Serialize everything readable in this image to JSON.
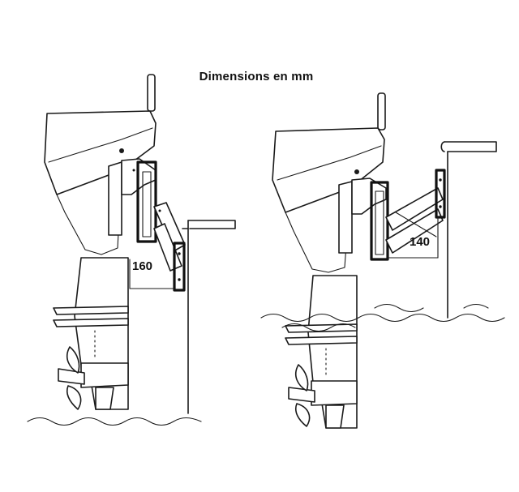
{
  "title": "Dimensions en mm",
  "diagrams": [
    {
      "name": "outboard-left",
      "dimension_label": "160"
    },
    {
      "name": "outboard-right",
      "dimension_label": "140"
    }
  ]
}
